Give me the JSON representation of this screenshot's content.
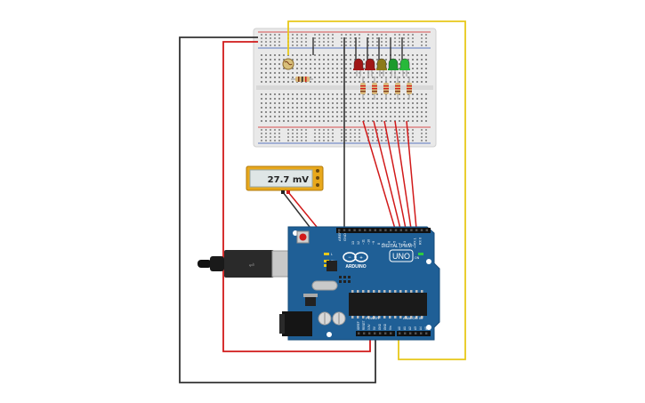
{
  "multimeter": {
    "reading": "27.7 mV"
  },
  "arduino": {
    "logo_text": "ARDUINO",
    "model": "UNO",
    "digital_label": "DIGITAL (PWM~)",
    "analog_label": "ANALOG IN",
    "power_label": "POWER",
    "aref_label": "AREF",
    "gnd_label": "GND",
    "digital_pins": [
      "13",
      "12",
      "~11",
      "~10",
      "~9",
      "8",
      "7",
      "~6",
      "~5",
      "4",
      "~3",
      "2",
      "TX 1",
      "RX 0"
    ],
    "analog_pins": [
      "A0",
      "A1",
      "A2",
      "A3",
      "A4",
      "A5"
    ],
    "power_pins": [
      "IOREF",
      "RESET",
      "3.3V",
      "5V",
      "GND",
      "GND",
      "Vin"
    ],
    "led_labels": [
      "L",
      "TX",
      "RX",
      "ON"
    ]
  },
  "components": {
    "leds": [
      {
        "color": "#a01616"
      },
      {
        "color": "#a01616"
      },
      {
        "color": "#8c7a1a"
      },
      {
        "color": "#1c9a2c"
      },
      {
        "color": "#27b93a"
      }
    ]
  },
  "colors": {
    "wire_red": "#d11a1a",
    "wire_black": "#333333",
    "wire_yellow": "#e8c81a",
    "board_blue": "#1f5f96",
    "breadboard": "#e9e9e9"
  }
}
